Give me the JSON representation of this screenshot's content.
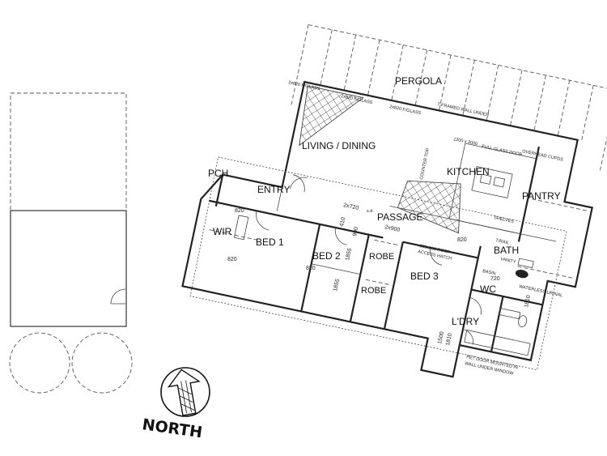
{
  "rooms": {
    "pergola": "PERGOLA",
    "living_dining": "LIVING / DINING",
    "kitchen": "KITCHEN",
    "pantry": "PANTRY",
    "pch": "PCH",
    "entry": "ENTRY",
    "passage": "PASSAGE",
    "wir": "WIR",
    "bed1": "BED 1",
    "bed2": "BED 2",
    "robe1": "ROBE",
    "robe2": "ROBE",
    "bed3": "BED 3",
    "bath": "BATH",
    "wc": "WC",
    "ldry": "L'DRY"
  },
  "notes": {
    "glass1": "2x820 F/GLASS",
    "glass2": "2x820 F/GLASS",
    "glass3": "2x820 F/GLASS",
    "tframed": "T-FRAMED WALL UNDER",
    "full_glass_door": "FULL GLASS DOOR",
    "overhead_cupds": "OVERHEAD CUPDS",
    "counter_top": "1200 x 3000",
    "counter_top2": "COUNTER TOP",
    "access_hatch_1": "600x600 ROOF",
    "access_hatch_2": "ACCESS HATCH",
    "shelves": "SHELVES",
    "trail": "T/RAIL",
    "vanity": "VANITY",
    "basin": "BASIN",
    "waterless_urinal": "WATERLESS URINAL",
    "pet_door_1": "PET DOOR MOUNTED IN",
    "pet_door_2": "WALL UNDER WINDOW",
    "sd": "s.d."
  },
  "dimensions": {
    "d820_bed1": "820",
    "d820_wir": "820",
    "d820_bed2": "820",
    "d820_bed3": "820",
    "d720": "720",
    "d410": "410",
    "d1855_a": "1855",
    "d1855_b": "1855",
    "d1810_a": "1810",
    "d1810_b": "1810",
    "d1500": "1500",
    "d2x720": "2x720",
    "d2x900": "2x900",
    "d900": "900"
  },
  "compass": {
    "label": "NORTH"
  },
  "colors": {
    "line": "#222222",
    "background": "#ffffff"
  }
}
